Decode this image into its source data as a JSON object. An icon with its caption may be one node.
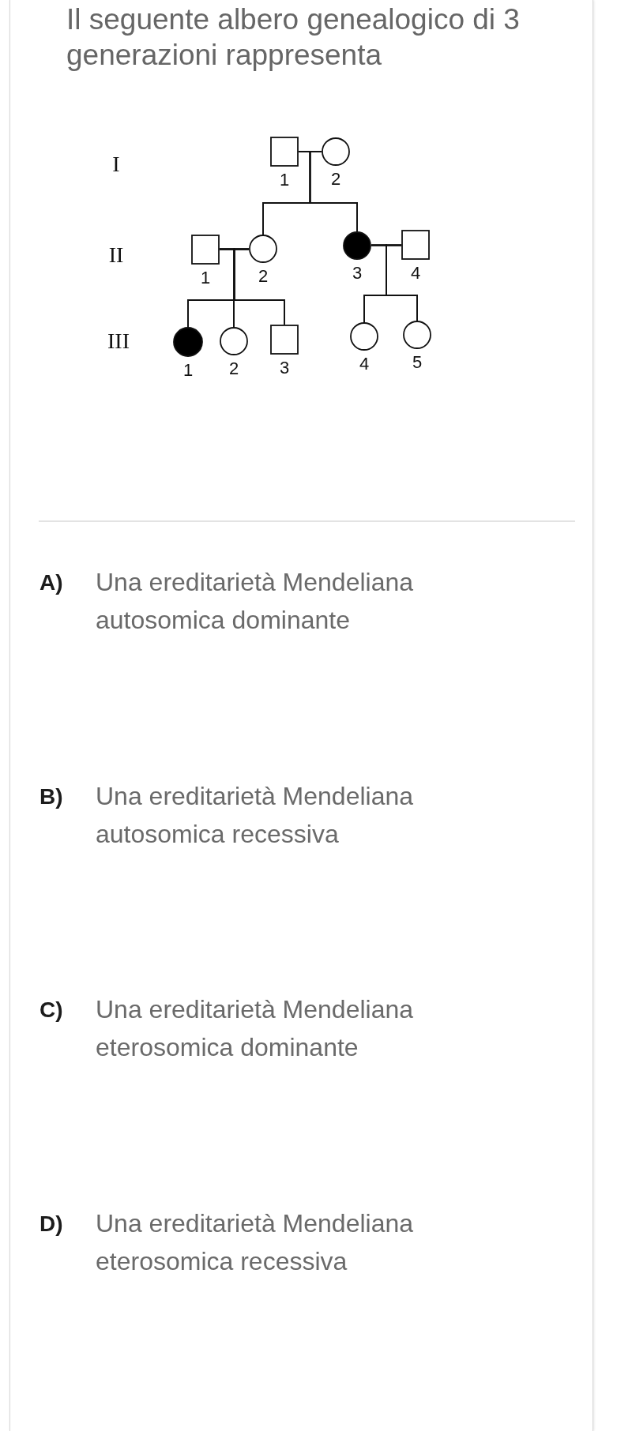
{
  "diagram": {
    "title": "Il seguente albero genealogico di 3 generazioni rappresenta",
    "nodes": [
      {
        "text": [],
        "shape": "square",
        "beside": [
          "1"
        ]
      },
      {
        "text": [],
        "shape": "circle",
        "beside": [
          "2"
        ]
      },
      {
        "text": [],
        "shape": "square",
        "beside": [
          "1"
        ]
      },
      {
        "text": [],
        "shape": "circle",
        "beside": [
          "2"
        ]
      },
      {
        "text": [],
        "shape": "disc",
        "beside": [
          "3"
        ]
      },
      {
        "text": [],
        "shape": "square",
        "beside": [
          "4"
        ]
      },
      {
        "text": [],
        "shape": "disc",
        "beside": [
          "1"
        ]
      },
      {
        "text": [],
        "shape": "circle",
        "beside": [
          "2"
        ]
      },
      {
        "text": [],
        "shape": "square",
        "beside": [
          "3"
        ]
      },
      {
        "text": [],
        "shape": "circle",
        "beside": [
          "4"
        ]
      },
      {
        "text": [],
        "shape": "circle",
        "beside": [
          "5"
        ]
      }
    ],
    "edges": [
      {
        "from": 0,
        "to": 1,
        "arrow": "none"
      },
      {
        "from": 0,
        "to": 3,
        "arrow": "none"
      },
      {
        "from": 1,
        "to": 3,
        "arrow": "none"
      },
      {
        "from": 0,
        "to": 4,
        "arrow": "none"
      },
      {
        "from": 1,
        "to": 4,
        "arrow": "none"
      },
      {
        "from": 2,
        "to": 3,
        "arrow": "none"
      },
      {
        "from": 2,
        "to": 6,
        "arrow": "none"
      },
      {
        "from": 3,
        "to": 6,
        "arrow": "none"
      },
      {
        "from": 2,
        "to": 7,
        "arrow": "none"
      },
      {
        "from": 3,
        "to": 7,
        "arrow": "none"
      },
      {
        "from": 2,
        "to": 8,
        "arrow": "none"
      },
      {
        "from": 3,
        "to": 8,
        "arrow": "none"
      },
      {
        "from": 4,
        "to": 5,
        "arrow": "none"
      },
      {
        "from": 4,
        "to": 9,
        "arrow": "none"
      },
      {
        "from": 5,
        "to": 9,
        "arrow": "none"
      },
      {
        "from": 4,
        "to": 10,
        "arrow": "none"
      },
      {
        "from": 5,
        "to": 10,
        "arrow": "none"
      }
    ],
    "labels": [
      "I",
      "II",
      "III",
      "A)",
      "Una ereditarietà Mendeliana autosomica dominante",
      "B)",
      "Una ereditarietà Mendeliana autosomica recessiva",
      "C)",
      "Una ereditarietà Mendeliana eterosomica dominante",
      "D)",
      "Una ereditarietà Mendeliana eterosomica recessiva"
    ]
  }
}
